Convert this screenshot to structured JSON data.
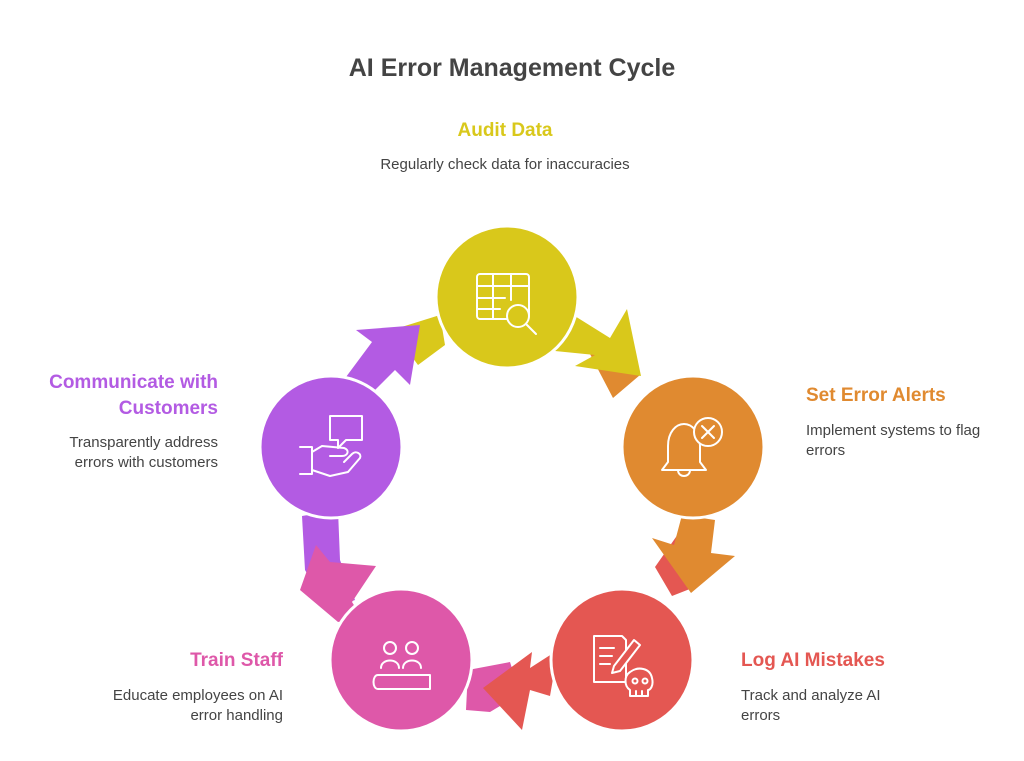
{
  "title": "AI Error Management Cycle",
  "stages": [
    {
      "title": "Audit Data",
      "description": "Regularly check data for inaccuracies",
      "color": "#D9C81B",
      "icon": "table-search-icon"
    },
    {
      "title": "Set Error Alerts",
      "description": "Implement systems to flag errors",
      "color": "#E08A30",
      "icon": "bell-error-icon"
    },
    {
      "title": "Log AI Mistakes",
      "description": "Track and analyze AI errors",
      "color": "#E45752",
      "icon": "document-skull-icon"
    },
    {
      "title": "Train Staff",
      "description": "Educate employees on AI error handling",
      "color": "#DE58A9",
      "icon": "people-training-icon"
    },
    {
      "title": "Communicate with Customers",
      "description": "Transparently address errors with customers",
      "color": "#B35BE3",
      "icon": "handshake-chat-icon"
    }
  ]
}
